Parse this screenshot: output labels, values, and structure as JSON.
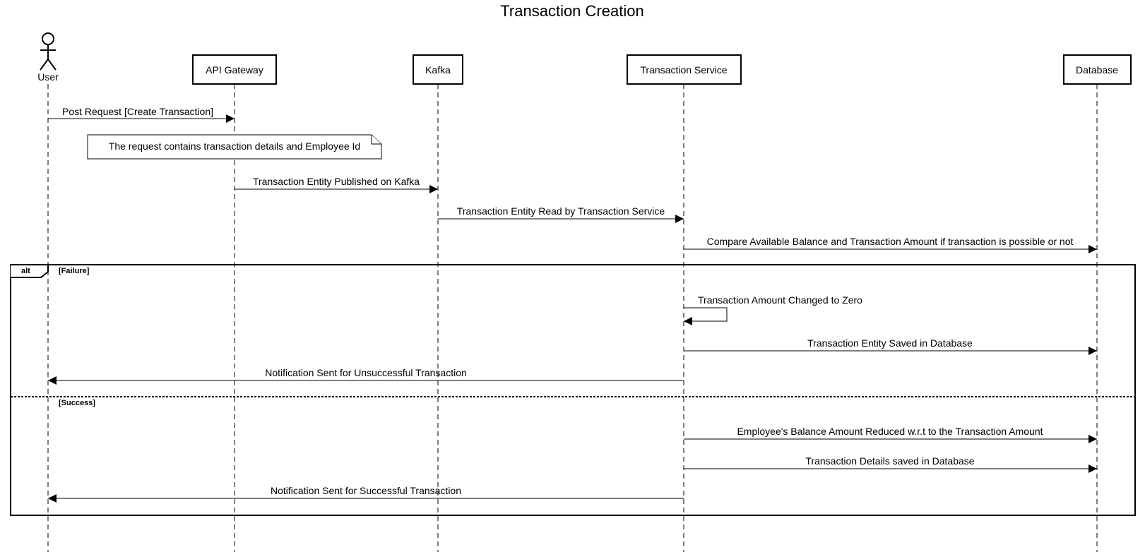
{
  "title": "Transaction Creation",
  "participants": [
    {
      "id": "user",
      "label": "User",
      "kind": "actor"
    },
    {
      "id": "gateway",
      "label": "API Gateway",
      "kind": "box"
    },
    {
      "id": "kafka",
      "label": "Kafka",
      "kind": "box"
    },
    {
      "id": "service",
      "label": "Transaction Service",
      "kind": "box"
    },
    {
      "id": "db",
      "label": "Database",
      "kind": "box"
    }
  ],
  "messages": [
    {
      "from": "user",
      "to": "gateway",
      "label": "Post Request [Create Transaction]"
    },
    {
      "note": "The request contains transaction details and Employee Id"
    },
    {
      "from": "gateway",
      "to": "kafka",
      "label": "Transaction Entity Published on Kafka"
    },
    {
      "from": "kafka",
      "to": "service",
      "label": "Transaction Entity Read by Transaction Service"
    },
    {
      "from": "service",
      "to": "db",
      "label": "Compare Available Balance and Transaction Amount if transaction is possible or not"
    }
  ],
  "alt": {
    "tag": "alt",
    "sections": [
      {
        "guard": "[Failure]",
        "messages": [
          {
            "from": "service",
            "to": "service",
            "label": "Transaction Amount Changed to Zero"
          },
          {
            "from": "service",
            "to": "db",
            "label": "Transaction Entity Saved in Database"
          },
          {
            "from": "service",
            "to": "user",
            "label": "Notification Sent for Unsuccessful Transaction"
          }
        ]
      },
      {
        "guard": "[Success]",
        "messages": [
          {
            "from": "service",
            "to": "db",
            "label": "Employee's Balance Amount Reduced w.r.t to the Transaction Amount"
          },
          {
            "from": "service",
            "to": "db",
            "label": "Transaction Details saved in Database"
          },
          {
            "from": "service",
            "to": "user",
            "label": "Notification Sent for Successful Transaction"
          }
        ]
      }
    ]
  }
}
